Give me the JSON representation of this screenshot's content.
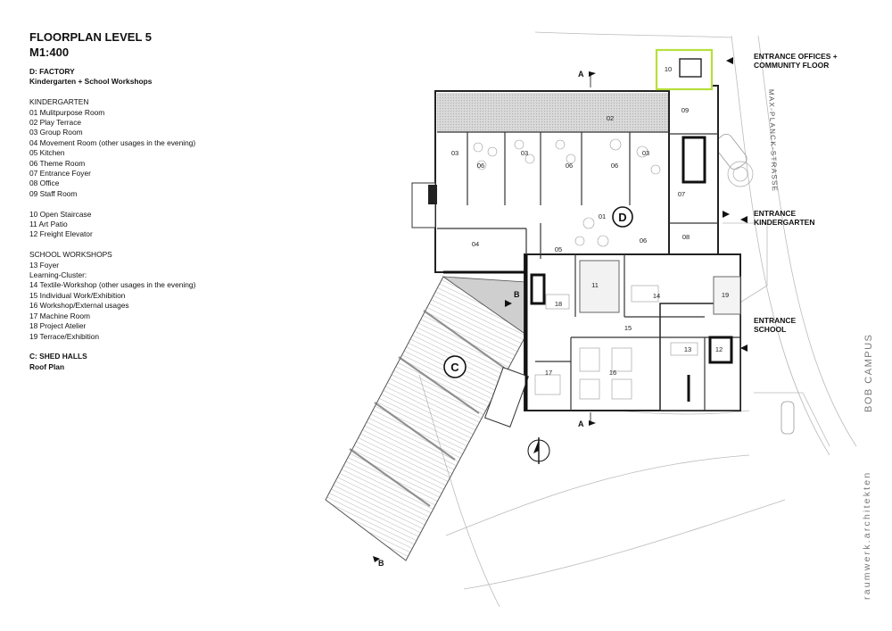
{
  "title": "FLOORPLAN LEVEL 5",
  "scale": "M1:400",
  "legend": [
    {
      "text": "D: FACTORY",
      "bold": true
    },
    {
      "text": "Kindergarten + School Workshops",
      "bold": true
    },
    {
      "text": ""
    },
    {
      "text": "KINDERGARTEN"
    },
    {
      "text": "01 Mulitpurpose Room"
    },
    {
      "text": "02 Play Terrace"
    },
    {
      "text": "03 Group Room"
    },
    {
      "text": "04 Movement Room (other usages in the evening)"
    },
    {
      "text": "05 Kitchen"
    },
    {
      "text": "06 Theme Room"
    },
    {
      "text": "07 Entrance Foyer"
    },
    {
      "text": "08 Office"
    },
    {
      "text": "09 Staff Room"
    },
    {
      "text": ""
    },
    {
      "text": "10 Open Staircase"
    },
    {
      "text": "11 Art Patio"
    },
    {
      "text": "12 Freight Elevator"
    },
    {
      "text": ""
    },
    {
      "text": "SCHOOL WORKSHOPS"
    },
    {
      "text": "13 Foyer"
    },
    {
      "text": "Learning-Cluster:"
    },
    {
      "text": "14 Textile-Workshop (other usages in the evening)"
    },
    {
      "text": "15 Individual Work/Exhibition"
    },
    {
      "text": "16 Workshop/External usages"
    },
    {
      "text": "17 Machine Room"
    },
    {
      "text": "18 Project Atelier"
    },
    {
      "text": "19 Terrace/Exhibition"
    },
    {
      "text": ""
    },
    {
      "text": "C: SHED HALLS",
      "bold": true
    },
    {
      "text": "Roof Plan",
      "bold": true
    }
  ],
  "entrances": {
    "offices_line1": "ENTRANCE OFFICES +",
    "offices_line2": "COMMUNITY FLOOR",
    "kindergarten_line1": "ENTRANCE",
    "kindergarten_line2": "KINDERGARTEN",
    "school_line1": "ENTRANCE",
    "school_line2": "SCHOOL"
  },
  "street": "MAX-PLANCK-STRASSE",
  "section_marks": {
    "a": "A",
    "b": "B"
  },
  "zones": {
    "d": "D",
    "c": "C"
  },
  "rooms": {
    "r01": "01",
    "r02": "02",
    "r03": "03",
    "r04": "04",
    "r05": "05",
    "r06": "06",
    "r07": "07",
    "r08": "08",
    "r09": "09",
    "r10": "10",
    "r11": "11",
    "r12": "12",
    "r13": "13",
    "r14": "14",
    "r15": "15",
    "r16": "16",
    "r17": "17",
    "r18": "18",
    "r19": "19"
  },
  "side_project": "BOB CAMPUS",
  "side_office": "raumwerk.architekten"
}
